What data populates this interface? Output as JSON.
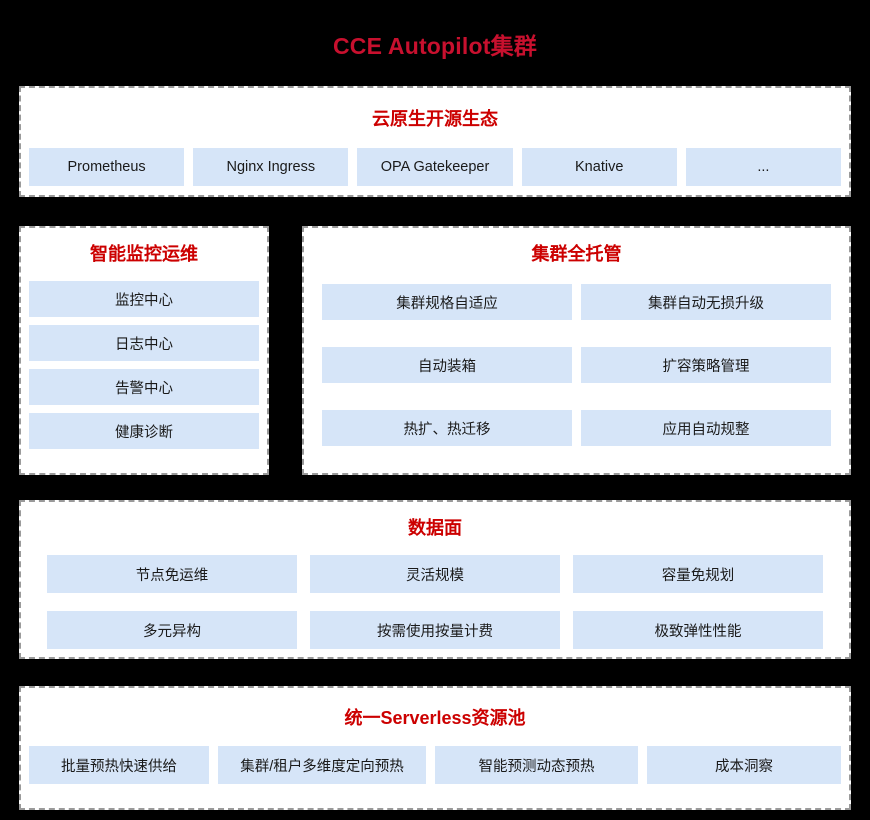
{
  "title": "CCE Autopilot集群",
  "colors": {
    "background": "#000000",
    "panel_background": "#FFFFFF",
    "panel_border": "#9a9a9a",
    "title_red": "#C8102E",
    "section_title_red": "#CC0000",
    "chip_blue": "#D6E5F8",
    "chip_text": "#1a1a1a"
  },
  "sections": [
    {
      "id": "ecosystem",
      "title": "云原生开源生态",
      "items": [
        "Prometheus",
        "Nginx Ingress",
        "OPA Gatekeeper",
        "Knative",
        "..."
      ]
    },
    {
      "id": "monitoring",
      "title": "智能监控运维",
      "items": [
        "监控中心",
        "日志中心",
        "告警中心",
        "健康诊断"
      ]
    },
    {
      "id": "managed",
      "title": "集群全托管",
      "items": [
        "集群规格自适应",
        "集群自动无损升级",
        "自动装箱",
        "扩容策略管理",
        "热扩、热迁移",
        "应用自动规整"
      ]
    },
    {
      "id": "dataplane",
      "title": "数据面",
      "items": [
        "节点免运维",
        "灵活规模",
        "容量免规划",
        "多元异构",
        "按需使用按量计费",
        "极致弹性性能"
      ]
    },
    {
      "id": "serverless",
      "title": "统一Serverless资源池",
      "items": [
        "批量预热快速供给",
        "集群/租户多维度定向预热",
        "智能预测动态预热",
        "成本洞察"
      ]
    }
  ]
}
